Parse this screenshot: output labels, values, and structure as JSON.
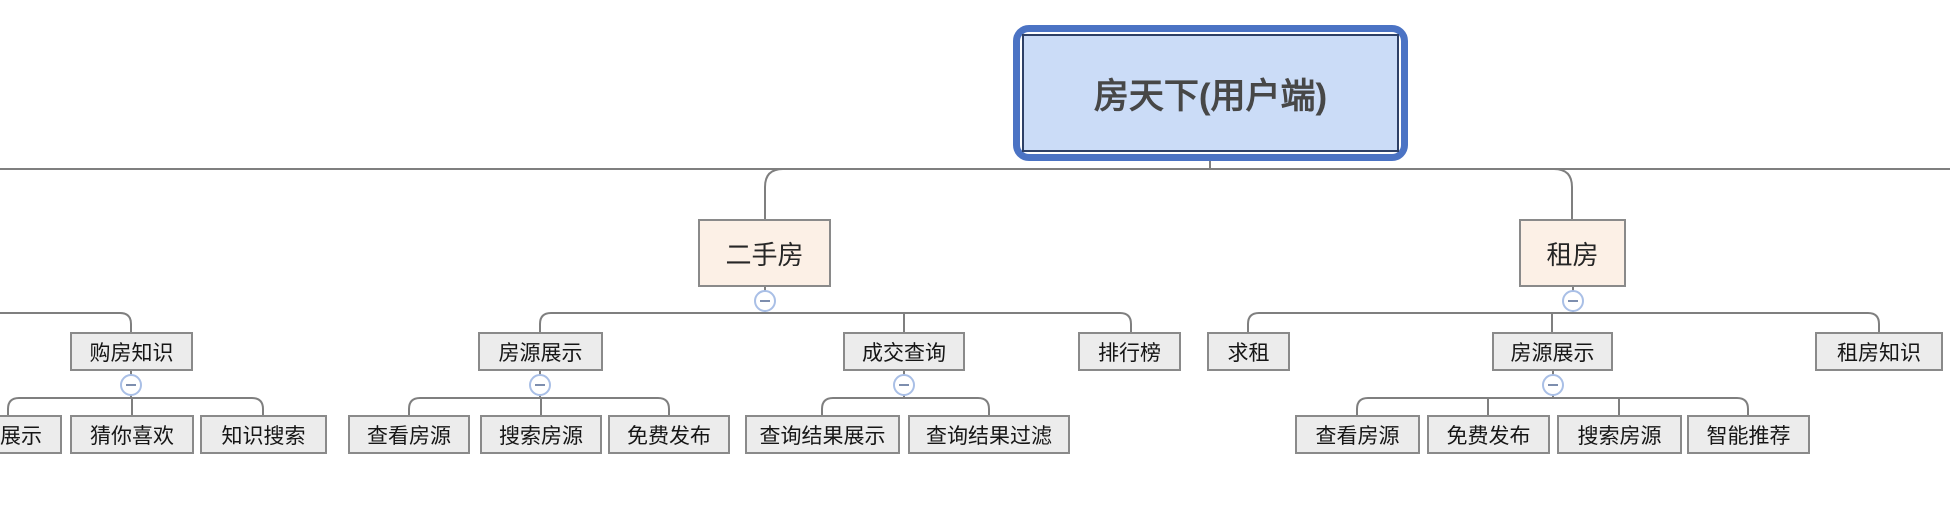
{
  "diagram_type": "mindmap-org-chart",
  "labels": {
    "root": "房天下(用户端)",
    "ershoufang": "二手房",
    "zufang": "租房",
    "goufangzhishi": "购房知识",
    "fangyuanzhanshi_esf": "房源展示",
    "chengjiaochaxun": "成交查询",
    "paihangbang": "排行榜",
    "qiuzu": "求租",
    "fangyuanzhanshi_zf": "房源展示",
    "zufangzhishi": "租房知识",
    "zhanshi": "展示",
    "cainixihuan": "猜你喜欢",
    "zhishisousuo": "知识搜索",
    "chakanfangyuan_esf": "查看房源",
    "sousuofangyuan_esf": "搜索房源",
    "mianfeifabu_esf": "免费发布",
    "chaxunjieguozhanshi": "查询结果展示",
    "chaxunjieguoguolv": "查询结果过滤",
    "chakanfangyuan_zf": "查看房源",
    "mianfeifabu_zf": "免费发布",
    "sousuofangyuan_zf": "搜索房源",
    "zhinengtuijian": "智能推荐"
  },
  "hierarchy": {
    "root": "房天下(用户端)",
    "branches": [
      {
        "label": "二手房",
        "children": [
          {
            "label": "房源展示",
            "children": [
              "查看房源",
              "搜索房源",
              "免费发布"
            ]
          },
          {
            "label": "成交查询",
            "children": [
              "查询结果展示",
              "查询结果过滤"
            ]
          },
          {
            "label": "排行榜",
            "children": []
          }
        ]
      },
      {
        "label": "租房",
        "children": [
          {
            "label": "求租",
            "children": []
          },
          {
            "label": "房源展示",
            "children": [
              "查看房源",
              "免费发布",
              "搜索房源",
              "智能推荐"
            ]
          },
          {
            "label": "租房知识",
            "children": []
          }
        ]
      },
      {
        "label": null,
        "note": "branch parent cropped off-screen left",
        "children": [
          {
            "label": "购房知识",
            "children": [
              "展示",
              "猜你喜欢",
              "知识搜索"
            ]
          }
        ]
      }
    ]
  },
  "icons": {
    "collapse_icon": "minus-circle",
    "collapse_icon_count": 6
  },
  "colors": {
    "root_fill": "#cbdcf7",
    "root_outer_border": "#4b73c4",
    "root_inner_border": "#2e4066",
    "branch_fill": "#fcf0e6",
    "leaf_fill": "#ececec",
    "box_border": "#8a8a8a",
    "connector_line": "#7f7f7f",
    "collapse_ring": "#a9bfe6",
    "collapse_minus": "#7d8eae",
    "root_text": "#474747",
    "node_text": "#161616"
  }
}
